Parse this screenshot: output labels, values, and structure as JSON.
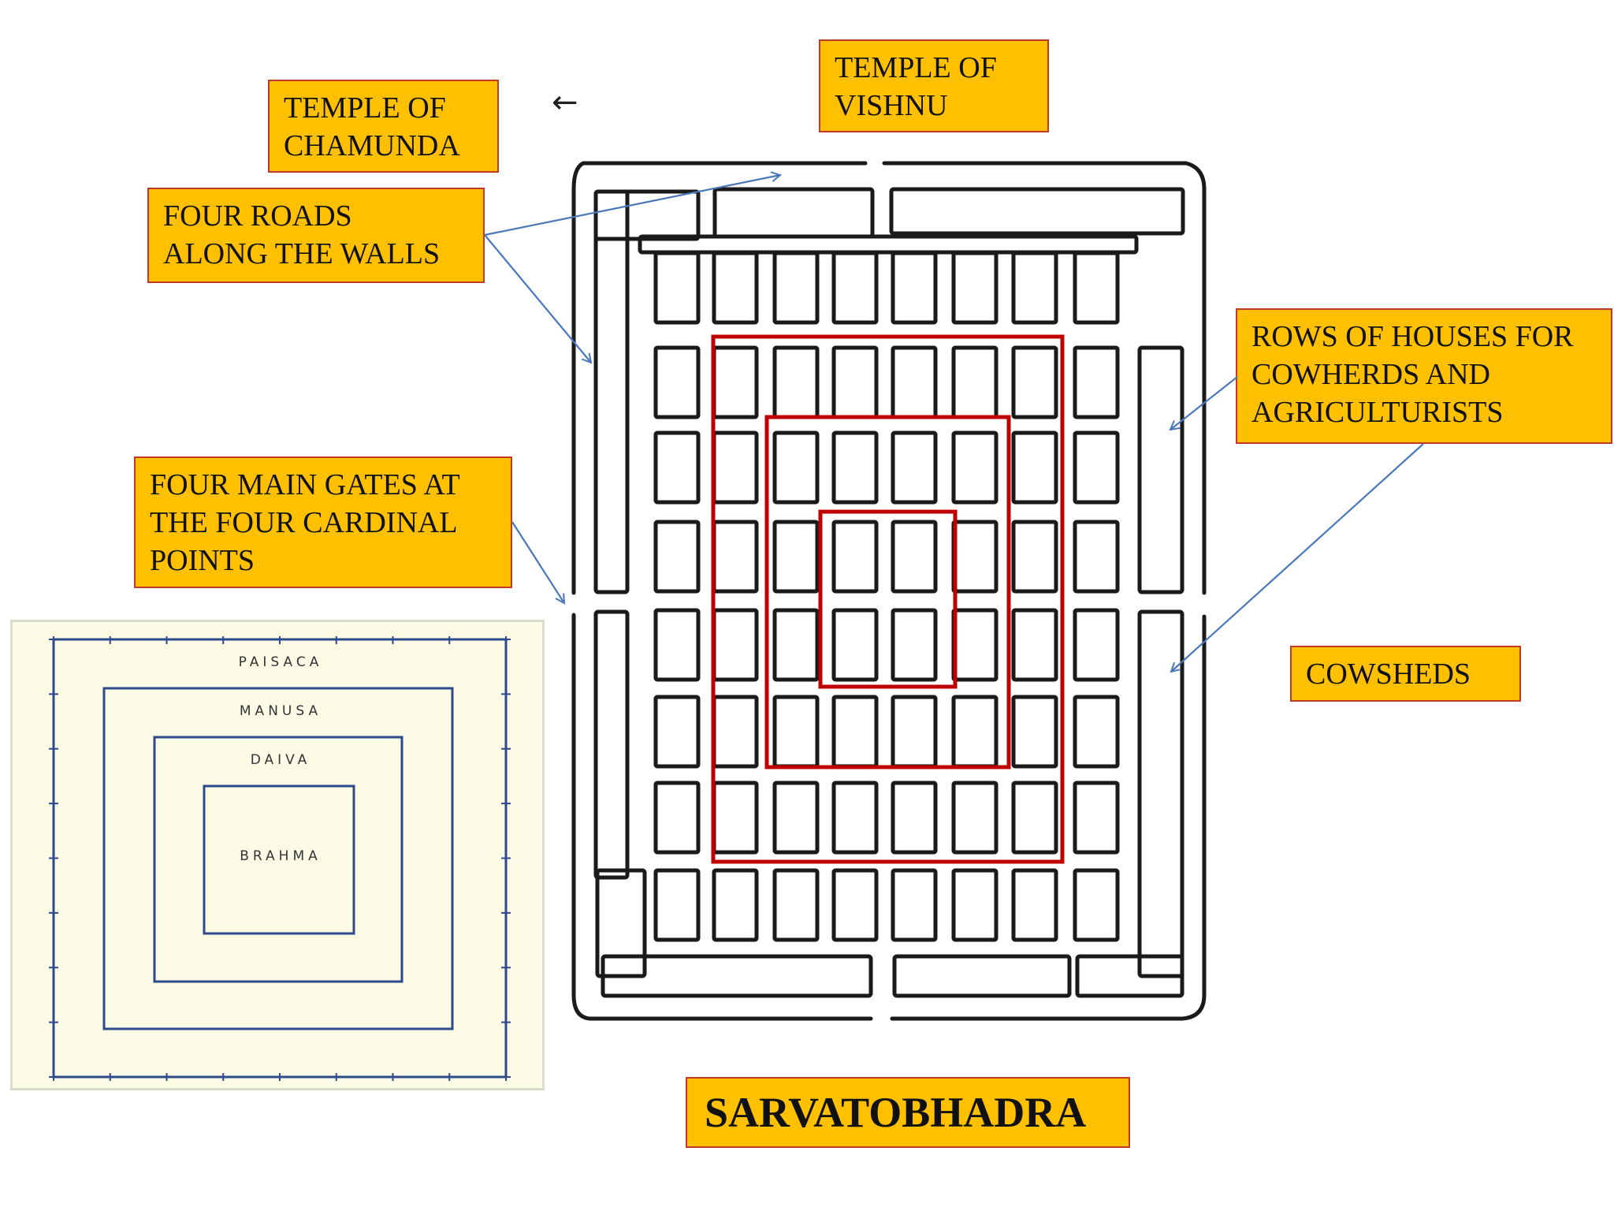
{
  "callouts": {
    "chamunda": "TEMPLE OF\nCHAMUNDA",
    "vishnu": "TEMPLE OF\nVISHNU",
    "roads": "FOUR ROADS\nALONG THE WALLS",
    "gates": "FOUR MAIN GATES AT\nTHE FOUR CARDINAL\nPOINTS",
    "houses": "ROWS OF HOUSES FOR\nCOWHERDS AND\nAGRICULTURISTS",
    "cowsheds": "COWSHEDS"
  },
  "title": "SARVATOBHADRA",
  "mandala": {
    "rings": [
      "PAISACA",
      "MANUSA",
      "DAIVA",
      "BRAHMA"
    ]
  },
  "compass_arrow": "←",
  "colors": {
    "callout_fill": "#ffc000",
    "callout_border": "#c0392b",
    "highlight_red": "#c00000",
    "arrow_blue": "#4a78b8",
    "mandala_blue": "#2e4a8c"
  }
}
